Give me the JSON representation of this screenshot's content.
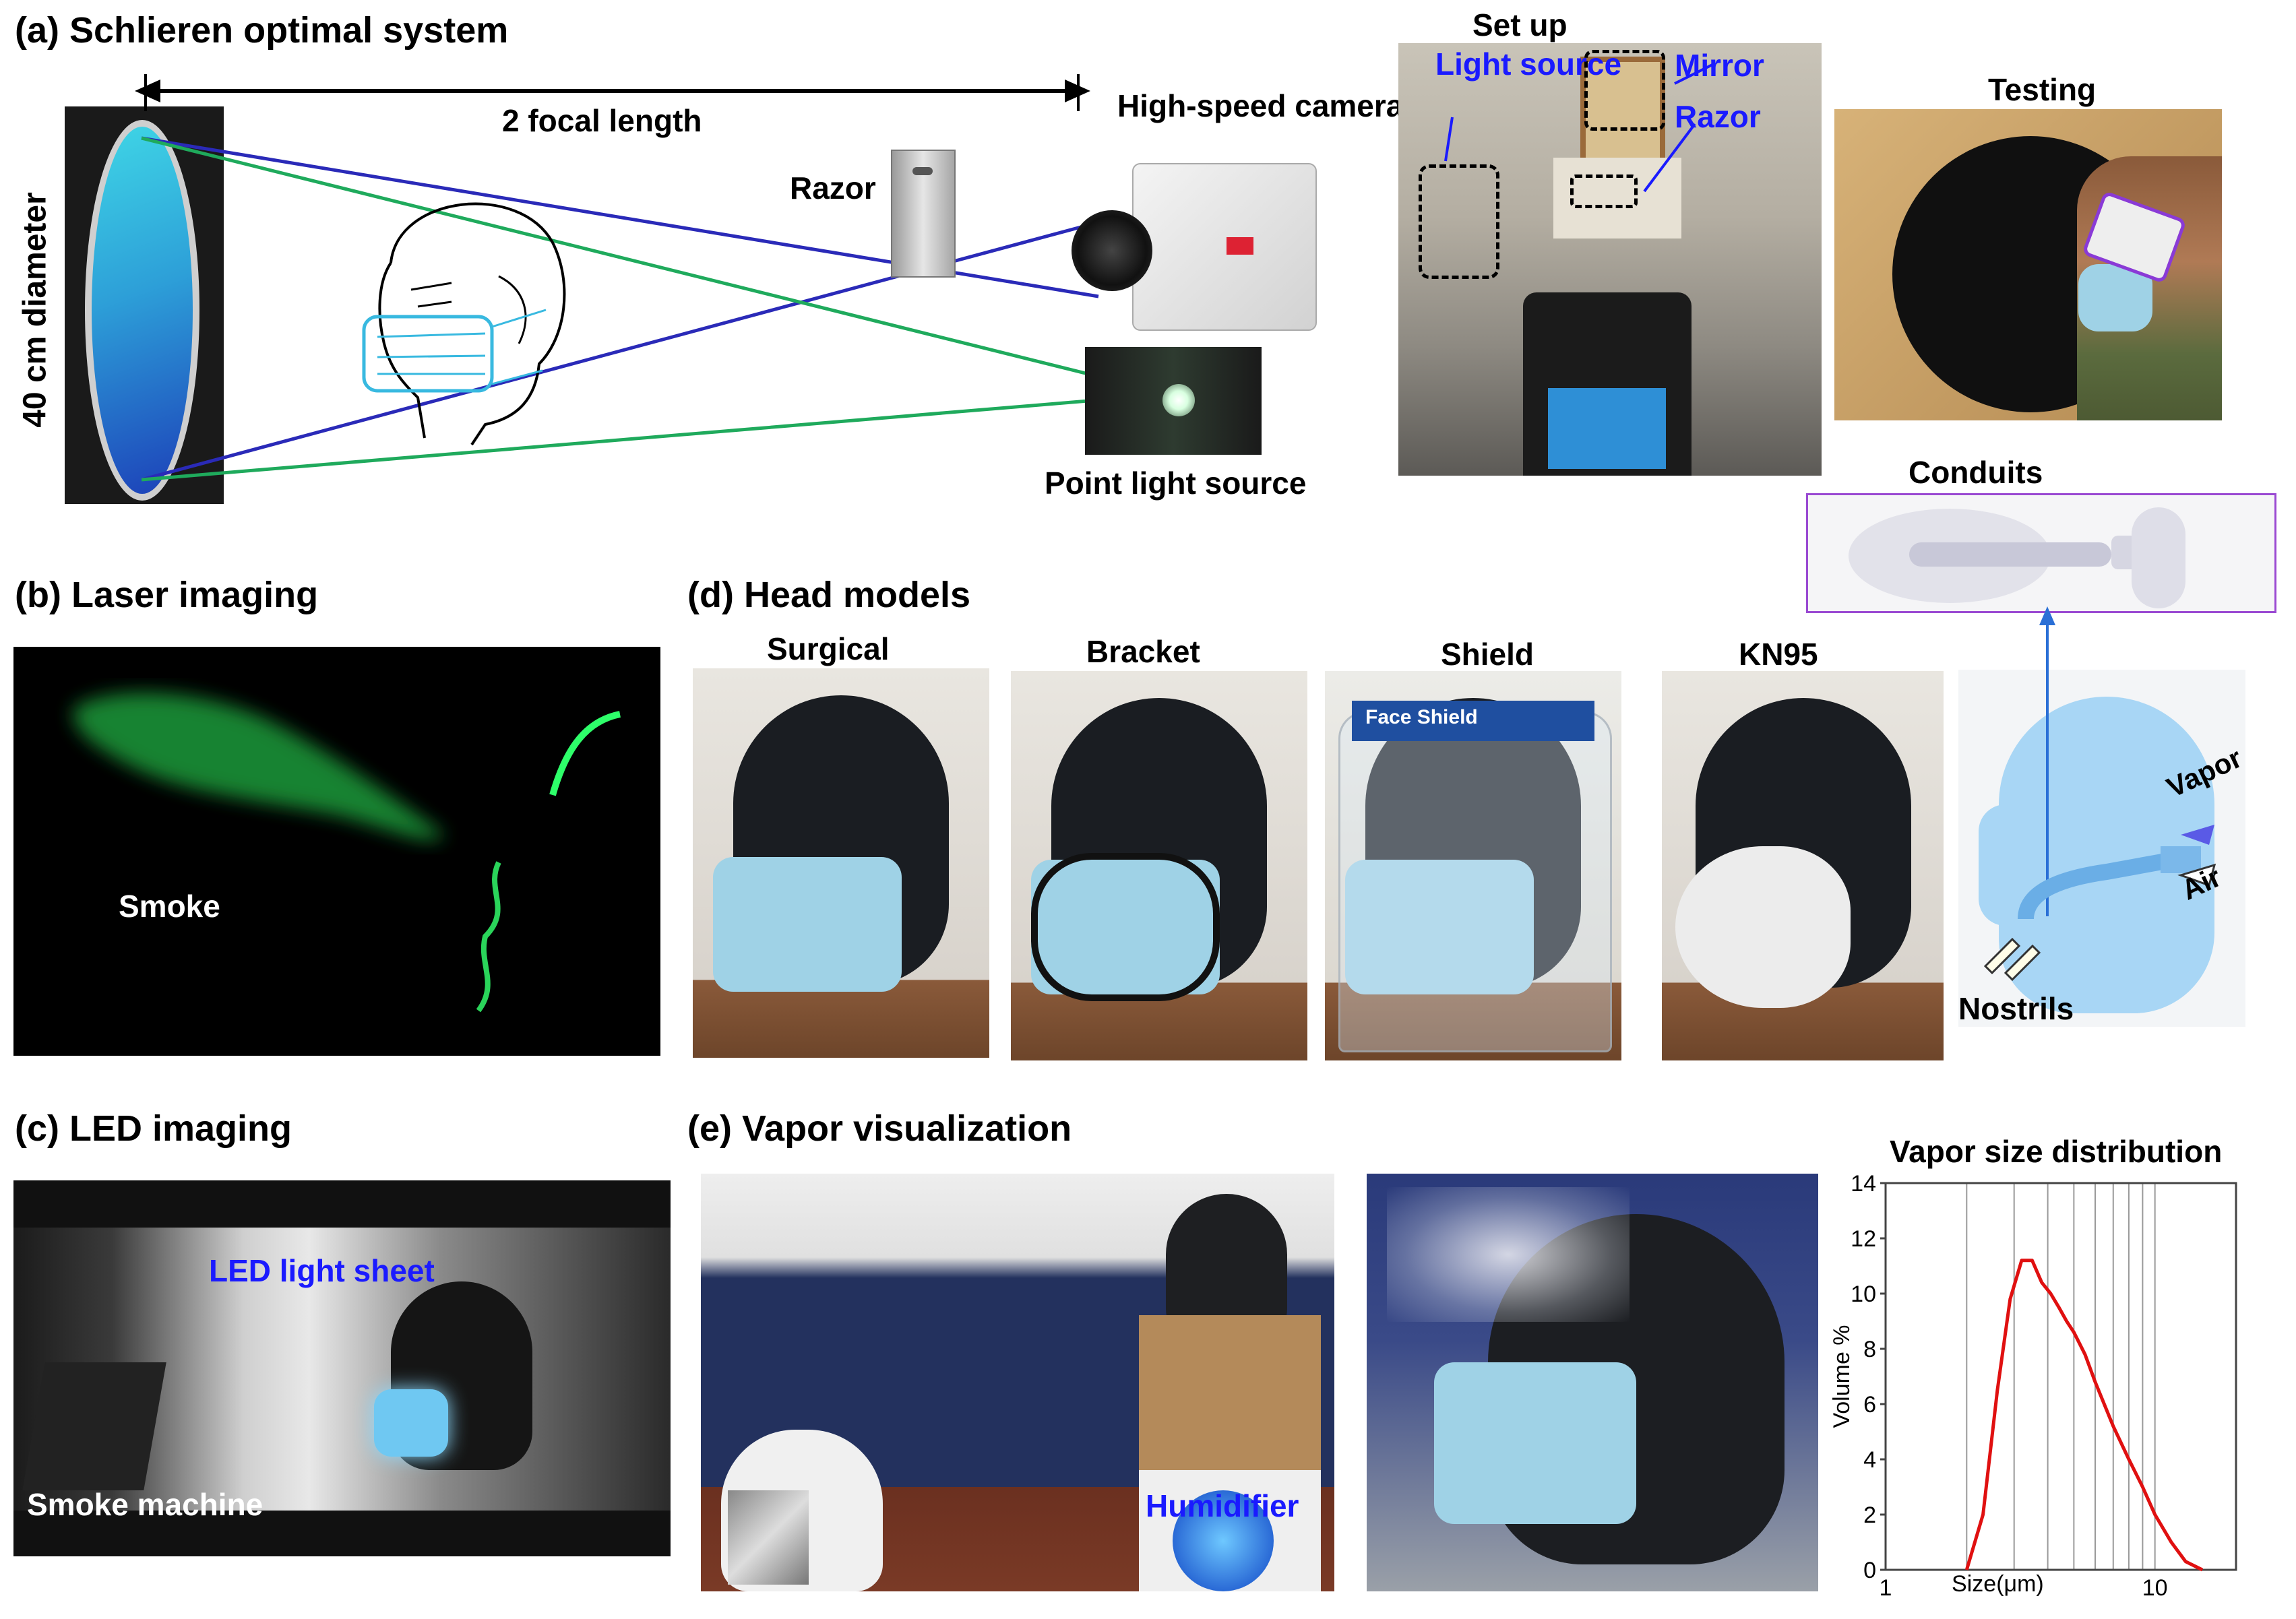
{
  "figure": {
    "a": {
      "title": "(a) Schlieren optimal system",
      "diameter": "40 cm diameter",
      "focal": "2 focal length",
      "razor": "Razor",
      "camera": "High-speed camera",
      "point_light": "Point light source",
      "setup_title": "Set up",
      "setup_light": "Light source",
      "setup_mirror": "Mirror",
      "setup_razor": "Razor",
      "testing_title": "Testing",
      "conduits_title": "Conduits"
    },
    "b": {
      "title": "(b) Laser imaging",
      "smoke": "Smoke"
    },
    "c": {
      "title": "(c) LED imaging",
      "led": "LED light sheet",
      "smoke_machine": "Smoke machine"
    },
    "d": {
      "title": "(d) Head models",
      "surgical": "Surgical",
      "bracket": "Bracket",
      "shield": "Shield",
      "kn95": "KN95",
      "vapor": "Vapor",
      "air": "Air",
      "nostrils": "Nostrils",
      "face_shield_text": "Face Shield"
    },
    "e": {
      "title": "(e) Vapor visualization",
      "humidifier": "Humidifier"
    }
  },
  "colors": {
    "ray_blue": "#2a2ab8",
    "ray_green": "#1faa5c",
    "mask_blue": "#9fd2e6",
    "curve_red": "#e01010",
    "label_blue": "#1a1aff"
  },
  "chart_data": {
    "type": "line",
    "title": "Vapor size distribution",
    "xlabel": "Size(μm)",
    "ylabel": "Volume %",
    "xscale": "log",
    "xlim": [
      1,
      20
    ],
    "ylim": [
      0,
      14
    ],
    "yticks": [
      0,
      2,
      4,
      6,
      8,
      10,
      12,
      14
    ],
    "xtick_labels": [
      "1",
      "10"
    ],
    "grid": true,
    "series": [
      {
        "x": [
          2.0,
          2.3,
          2.6,
          2.9,
          3.2,
          3.5,
          3.8,
          4.1,
          4.4,
          4.7,
          5.0,
          5.5,
          6.0,
          7.0,
          8.0,
          9.0,
          10.0,
          11.5,
          13.0,
          15.0
        ],
        "y": [
          0,
          2.0,
          6.5,
          9.8,
          11.2,
          11.2,
          10.4,
          10.0,
          9.5,
          9.0,
          8.6,
          7.8,
          6.8,
          5.2,
          4.0,
          3.0,
          2.0,
          1.0,
          0.3,
          0
        ]
      }
    ]
  }
}
